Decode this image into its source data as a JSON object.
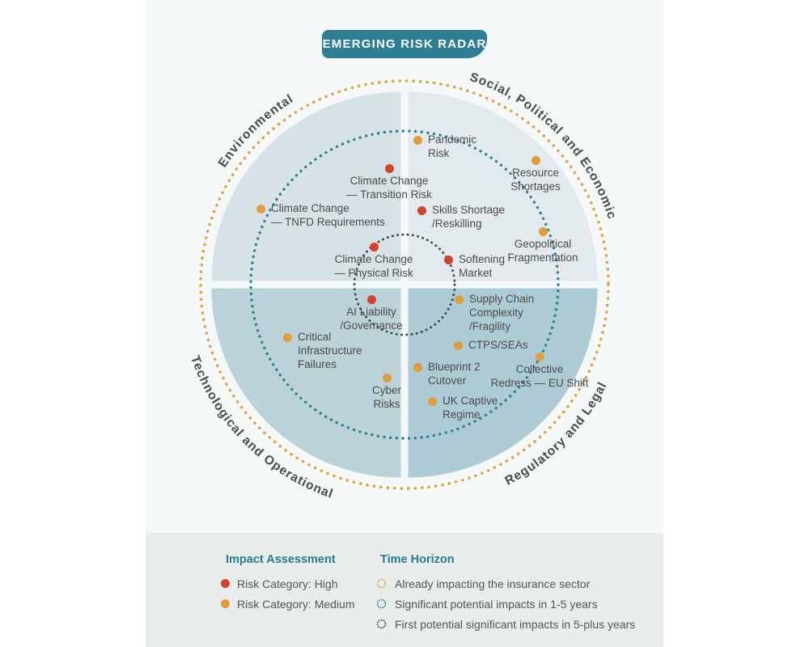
{
  "title": "EMERGING RISK RADAR",
  "title_bg": "#2d7e95",
  "quadrants": [
    {
      "id": "environmental",
      "label": "Environmental",
      "fill": "#d7e2e6"
    },
    {
      "id": "social-political-economic",
      "label": "Social, Political and Economic",
      "fill": "#e3eaed"
    },
    {
      "id": "technological-operational",
      "label": "Technological and Operational",
      "fill": "#bbd2d9"
    },
    {
      "id": "regulatory-legal",
      "label": "Regulatory and Legal",
      "fill": "#adcbd5"
    }
  ],
  "rings": [
    {
      "name": "already-impacting",
      "color": "#e2a23f"
    },
    {
      "name": "1-5-years",
      "color": "#2e8096"
    },
    {
      "name": "5-plus-years",
      "color": "#3a464b"
    }
  ],
  "palette": {
    "high": "#d2422e",
    "medium": "#df9d3e"
  },
  "points": [
    {
      "id": "pandemic-risk",
      "risk": "medium",
      "color": "#df9d3e",
      "lines": [
        "Pandemic",
        "Risk"
      ]
    },
    {
      "id": "climate-change-transition-risk",
      "risk": "high",
      "color": "#d2422e",
      "lines": [
        "Climate Change",
        "— Transition Risk"
      ]
    },
    {
      "id": "resource-shortages",
      "risk": "medium",
      "color": "#df9d3e",
      "lines": [
        "Resource",
        "Shortages"
      ]
    },
    {
      "id": "climate-change-tnfd-requirements",
      "risk": "medium",
      "color": "#df9d3e",
      "lines": [
        "Climate Change",
        "— TNFD Requirements"
      ]
    },
    {
      "id": "skills-shortage-reskilling",
      "risk": "high",
      "color": "#d2422e",
      "lines": [
        "Skills Shortage",
        "/Reskilling"
      ]
    },
    {
      "id": "geopolitical-fragmentation",
      "risk": "medium",
      "color": "#df9d3e",
      "lines": [
        "Geopolitical",
        "Fragmentation"
      ]
    },
    {
      "id": "climate-change-physical-risk",
      "risk": "high",
      "color": "#d2422e",
      "lines": [
        "Climate Change",
        "— Physical Risk"
      ]
    },
    {
      "id": "softening-market",
      "risk": "high",
      "color": "#d2422e",
      "lines": [
        "Softening",
        "Market"
      ]
    },
    {
      "id": "ai-liability-governance",
      "risk": "high",
      "color": "#d2422e",
      "lines": [
        "AI Liability",
        "/Governance"
      ]
    },
    {
      "id": "supply-chain-complexity-fragility",
      "risk": "medium",
      "color": "#df9d3e",
      "lines": [
        "Supply Chain",
        "Complexity",
        "/Fragility"
      ]
    },
    {
      "id": "critical-infrastructure-failures",
      "risk": "medium",
      "color": "#df9d3e",
      "lines": [
        "Critical",
        "Infrastructure",
        "Failures"
      ]
    },
    {
      "id": "ctps-seas",
      "risk": "medium",
      "color": "#df9d3e",
      "lines": [
        "CTPS/SEAs"
      ]
    },
    {
      "id": "blueprint-2-cutover",
      "risk": "medium",
      "color": "#df9d3e",
      "lines": [
        "Blueprint 2",
        "Cutover"
      ]
    },
    {
      "id": "collective-redress-eu-shift",
      "risk": "medium",
      "color": "#df9d3e",
      "lines": [
        "Collective",
        "Redress — EU Shift"
      ]
    },
    {
      "id": "cyber-risks",
      "risk": "medium",
      "color": "#df9d3e",
      "lines": [
        "Cyber",
        "Risks"
      ]
    },
    {
      "id": "uk-captive-regime",
      "risk": "medium",
      "color": "#df9d3e",
      "lines": [
        "UK Captive",
        "Regime"
      ]
    }
  ],
  "legend": {
    "impact": {
      "title": "Impact Assessment",
      "items": [
        {
          "label": "Risk Category: High",
          "color": "#d2422e"
        },
        {
          "label": "Risk Category: Medium",
          "color": "#df9d3e"
        }
      ]
    },
    "horizon": {
      "title": "Time Horizon",
      "items": [
        {
          "label": "Already impacting the insurance sector",
          "color": "#e2a23f"
        },
        {
          "label": "Significant potential impacts in 1-5 years",
          "color": "#2e8096"
        },
        {
          "label": "First potential significant impacts in 5-plus years",
          "color": "#3a464b"
        }
      ]
    }
  },
  "chart_data": {
    "type": "quadrant-radar",
    "title": "EMERGING RISK RADAR",
    "quadrants": [
      "Environmental",
      "Social, Political and Economic",
      "Technological and Operational",
      "Regulatory and Legal"
    ],
    "rings": [
      {
        "label": "Already impacting the insurance sector",
        "position": "outer",
        "color": "#e2a23f"
      },
      {
        "label": "Significant potential impacts in 1-5 years",
        "position": "middle",
        "color": "#2e8096"
      },
      {
        "label": "First potential significant impacts in 5-plus years",
        "position": "inner",
        "color": "#3a464b"
      }
    ],
    "points": [
      {
        "label": "Pandemic Risk",
        "quadrant": "Social, Political and Economic",
        "risk_category": "Medium",
        "time_horizon": "1-5 years"
      },
      {
        "label": "Climate Change — Transition Risk",
        "quadrant": "Environmental",
        "risk_category": "High",
        "time_horizon": "1-5 years"
      },
      {
        "label": "Resource Shortages",
        "quadrant": "Social, Political and Economic",
        "risk_category": "Medium",
        "time_horizon": "Already impacting"
      },
      {
        "label": "Climate Change — TNFD Requirements",
        "quadrant": "Environmental",
        "risk_category": "Medium",
        "time_horizon": "Already impacting"
      },
      {
        "label": "Skills Shortage/Reskilling",
        "quadrant": "Social, Political and Economic",
        "risk_category": "High",
        "time_horizon": "1-5 years"
      },
      {
        "label": "Geopolitical Fragmentation",
        "quadrant": "Social, Political and Economic",
        "risk_category": "Medium",
        "time_horizon": "1-5 years"
      },
      {
        "label": "Climate Change — Physical Risk",
        "quadrant": "Environmental",
        "risk_category": "High",
        "time_horizon": "5-plus years"
      },
      {
        "label": "Softening Market",
        "quadrant": "Social, Political and Economic",
        "risk_category": "High",
        "time_horizon": "5-plus years"
      },
      {
        "label": "AI Liability/Governance",
        "quadrant": "Technological and Operational",
        "risk_category": "High",
        "time_horizon": "5-plus years"
      },
      {
        "label": "Supply Chain Complexity/Fragility",
        "quadrant": "Regulatory and Legal",
        "risk_category": "Medium",
        "time_horizon": "1-5 years"
      },
      {
        "label": "Critical Infrastructure Failures",
        "quadrant": "Technological and Operational",
        "risk_category": "Medium",
        "time_horizon": "1-5 years"
      },
      {
        "label": "CTPS/SEAs",
        "quadrant": "Regulatory and Legal",
        "risk_category": "Medium",
        "time_horizon": "1-5 years"
      },
      {
        "label": "Blueprint 2 Cutover",
        "quadrant": "Regulatory and Legal",
        "risk_category": "Medium",
        "time_horizon": "1-5 years"
      },
      {
        "label": "Collective Redress — EU Shift",
        "quadrant": "Regulatory and Legal",
        "risk_category": "Medium",
        "time_horizon": "1-5 years"
      },
      {
        "label": "Cyber Risks",
        "quadrant": "Technological and Operational",
        "risk_category": "Medium",
        "time_horizon": "1-5 years"
      },
      {
        "label": "UK Captive Regime",
        "quadrant": "Regulatory and Legal",
        "risk_category": "Medium",
        "time_horizon": "1-5 years"
      }
    ]
  }
}
